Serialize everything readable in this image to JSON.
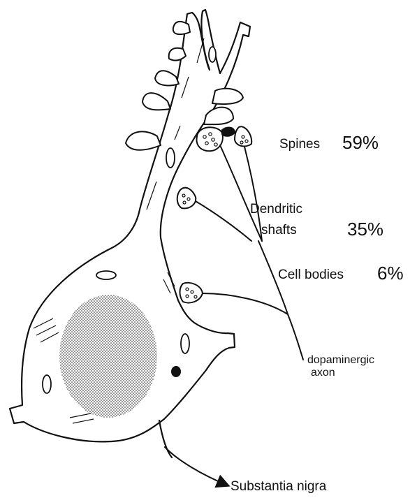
{
  "labels": {
    "spines": {
      "name": "Spines",
      "percent": "59%"
    },
    "dendritic_shafts": {
      "line1": "Dendritic",
      "line2": "shafts",
      "percent": "35%"
    },
    "cell_bodies": {
      "name": "Cell bodies",
      "percent": "6%"
    },
    "axon": {
      "line1": "dopaminergic",
      "line2": "axon"
    },
    "target": "Substantia nigra"
  },
  "colors": {
    "ink": "#111111",
    "background": "#ffffff"
  }
}
